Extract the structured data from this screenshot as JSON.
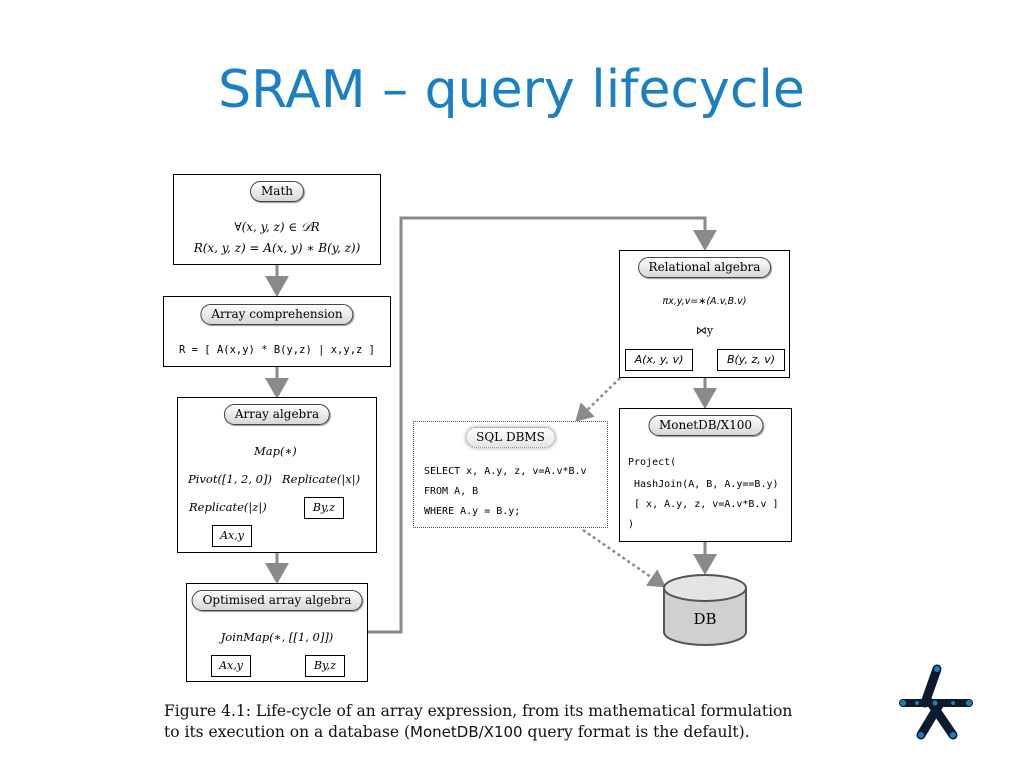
{
  "slide": {
    "title": "SRAM – query lifecycle"
  },
  "math": {
    "label": "Math",
    "line1": "∀(x, y, z) ∈ 𝒟R",
    "line2": "R(x, y, z) = A(x, y) ∗ B(y, z))"
  },
  "comprehension": {
    "label": "Array comprehension",
    "code": "R = [ A(x,y) * B(y,z) | x,y,z ]"
  },
  "array_algebra": {
    "label": "Array algebra",
    "map": "Map(∗)",
    "pivot": "Pivot([1, 2, 0])",
    "replicate_x": "Replicate(|x|)",
    "replicate_z": "Replicate(|z|)",
    "byz": "By,z",
    "axy": "Ax,y"
  },
  "optimised": {
    "label": "Optimised array algebra",
    "joinmap": "JoinMap(∗, [[1, 0]])",
    "axy": "Ax,y",
    "byz": "By,z"
  },
  "relational": {
    "label": "Relational algebra",
    "projection": "πx,y,v=∗(A.v,B.v)",
    "join": "⋈y",
    "left": "A(x, y, v)",
    "right": "B(y, z, v)"
  },
  "sql": {
    "label": "SQL DBMS",
    "lines": [
      "SELECT x, A.y, z, v=A.v*B.v",
      "FROM A, B",
      "WHERE A.y = B.y;"
    ]
  },
  "monet": {
    "label": "MonetDB/X100",
    "lines": [
      "Project(",
      " HashJoin(A, B, A.y==B.y)",
      " [ x, A.y, z, v=A.v*B.v ]",
      ")"
    ]
  },
  "db": {
    "label": "DB"
  },
  "caption": {
    "line1": "Figure 4.1: Life-cycle of an array expression, from its mathematical formulation",
    "line2_a": "to its execution on a database (",
    "line2_b": "MonetDB/X100",
    "line2_c": " query format is the default)."
  },
  "colors": {
    "title": "#1a7fc3",
    "arrow": "#8a8a8a",
    "db_fill": "#d0d0d0",
    "logo": "#1a7fc3"
  }
}
